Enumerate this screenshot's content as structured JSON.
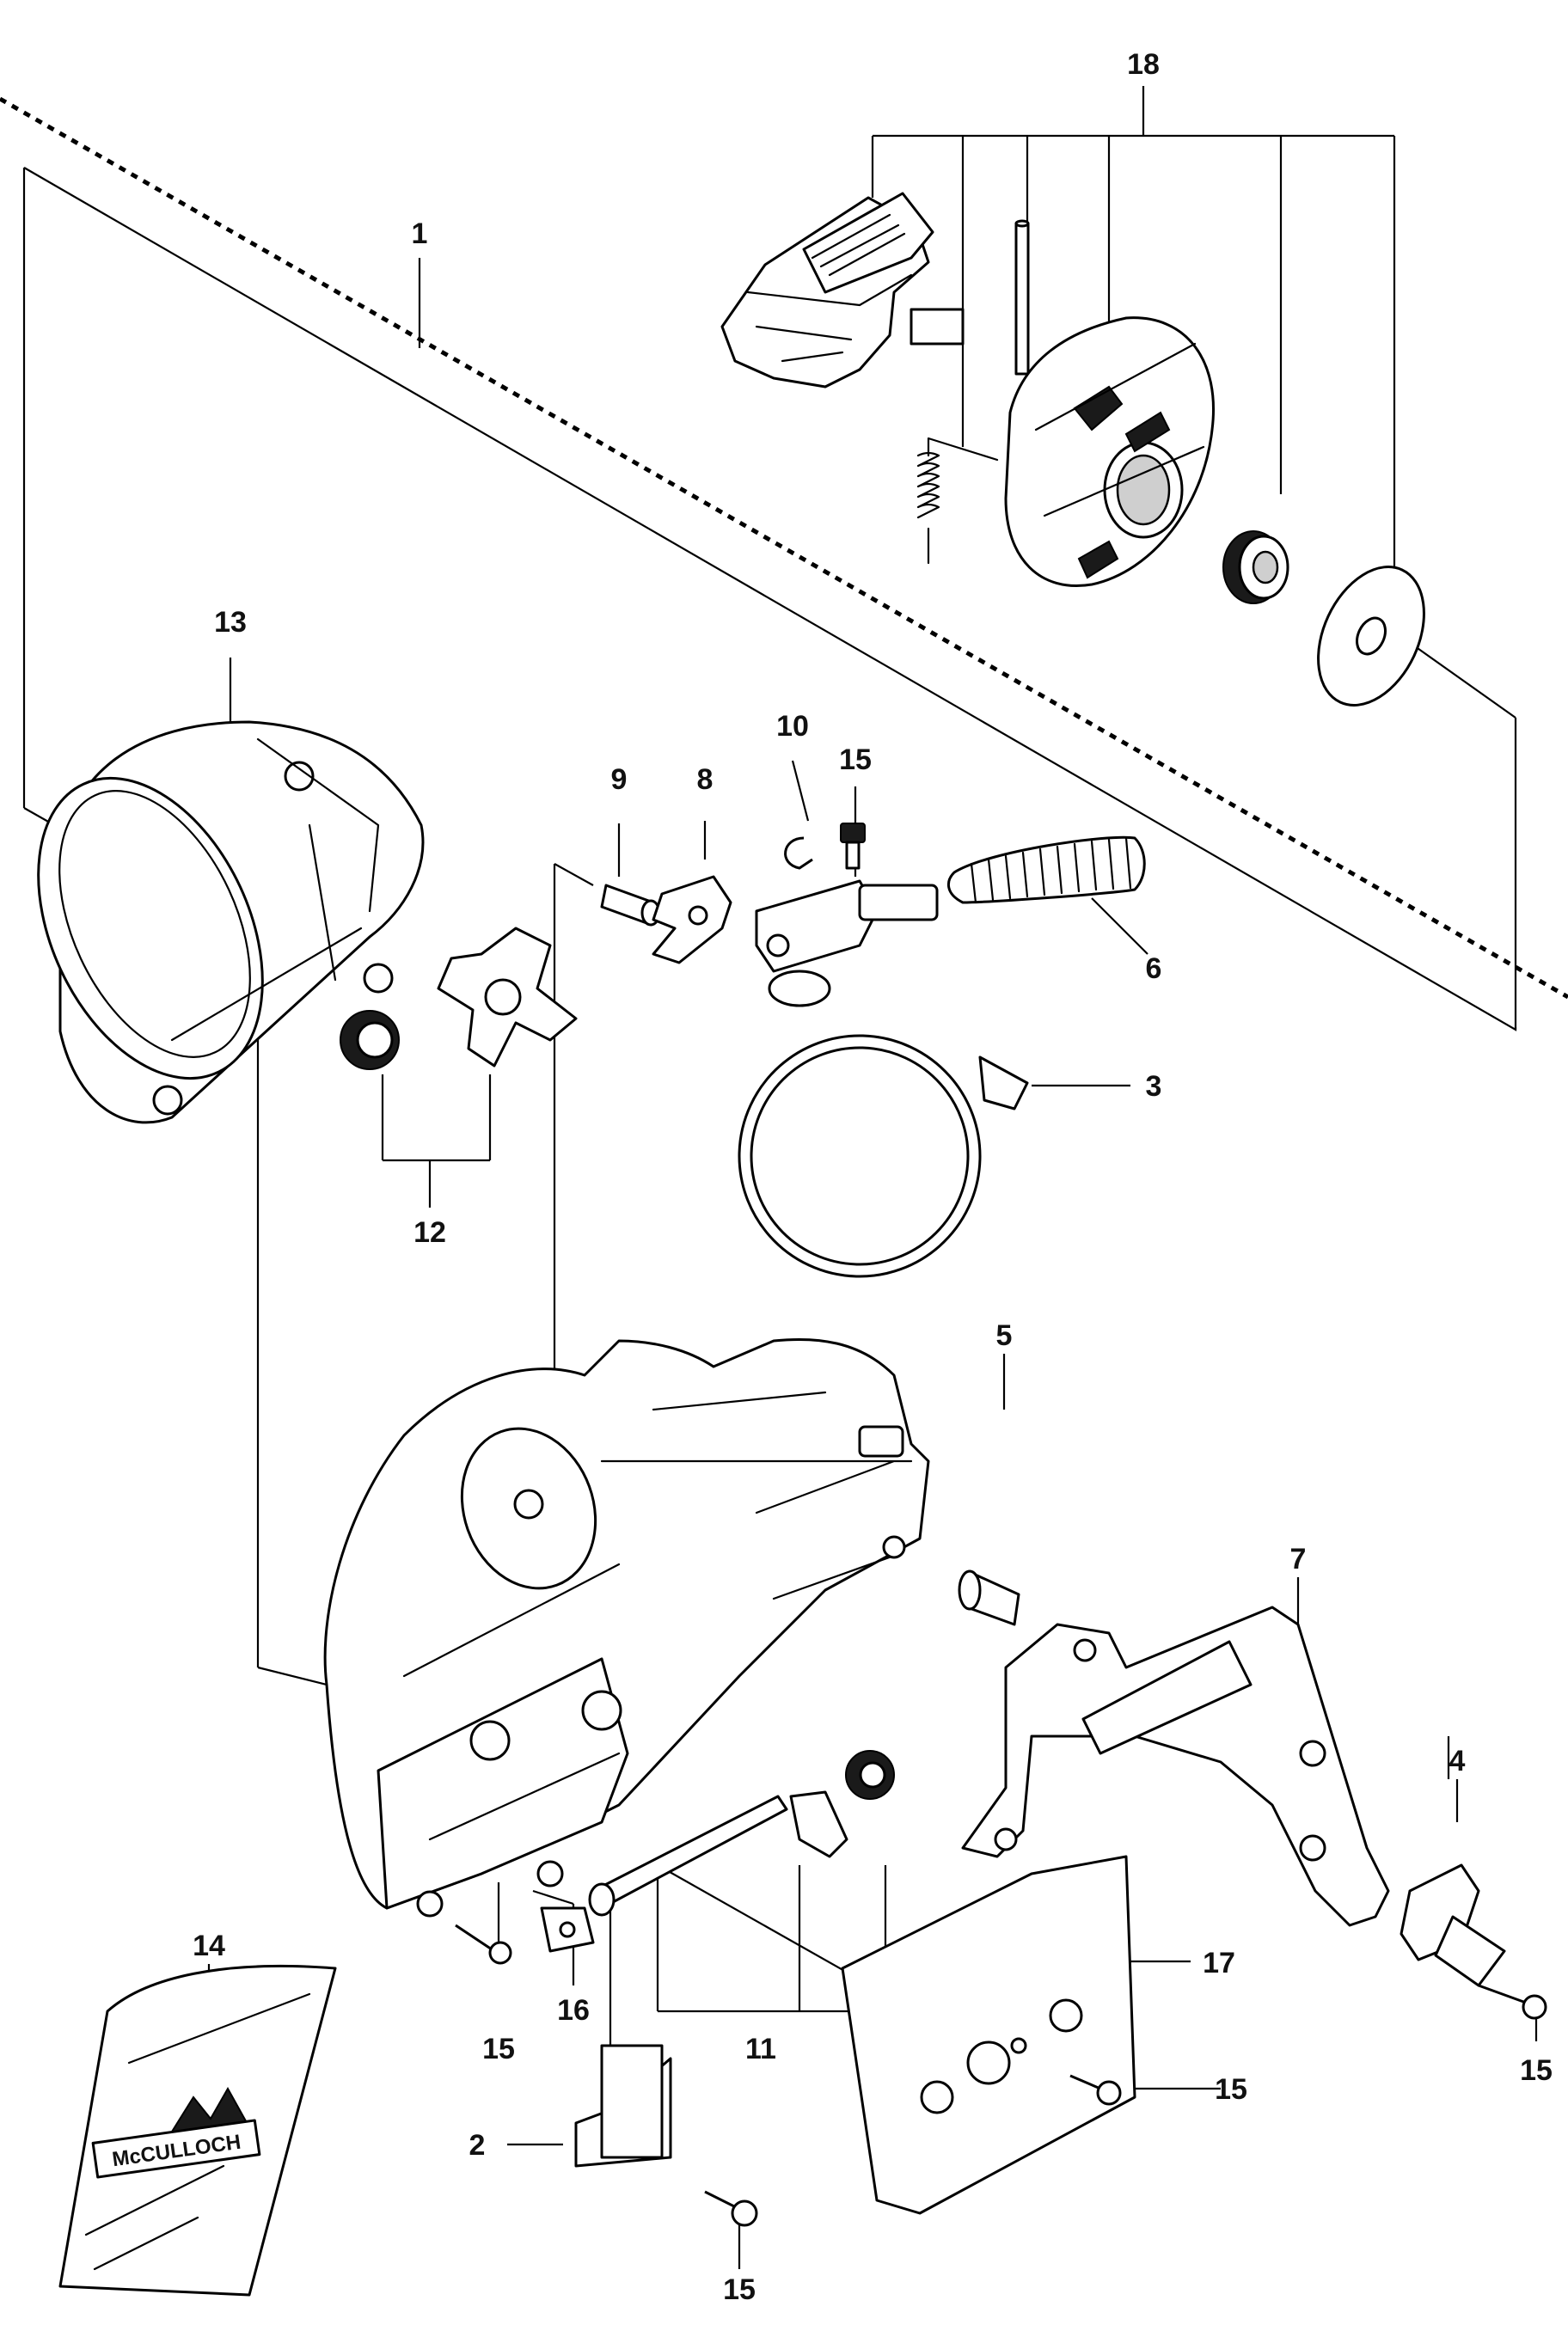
{
  "labels": {
    "l1": "1",
    "l2": "2",
    "l3": "3",
    "l4": "4",
    "l5": "5",
    "l6": "6",
    "l7": "7",
    "l8": "8",
    "l9": "9",
    "l10": "10",
    "l11": "11",
    "l12": "12",
    "l13": "13",
    "l14": "14",
    "l15a": "15",
    "l15b": "15",
    "l15c": "15",
    "l15d": "15",
    "l15e": "15",
    "l16": "16",
    "l17": "17",
    "l18": "18"
  },
  "logo": {
    "brand": "McCULLOCH"
  }
}
